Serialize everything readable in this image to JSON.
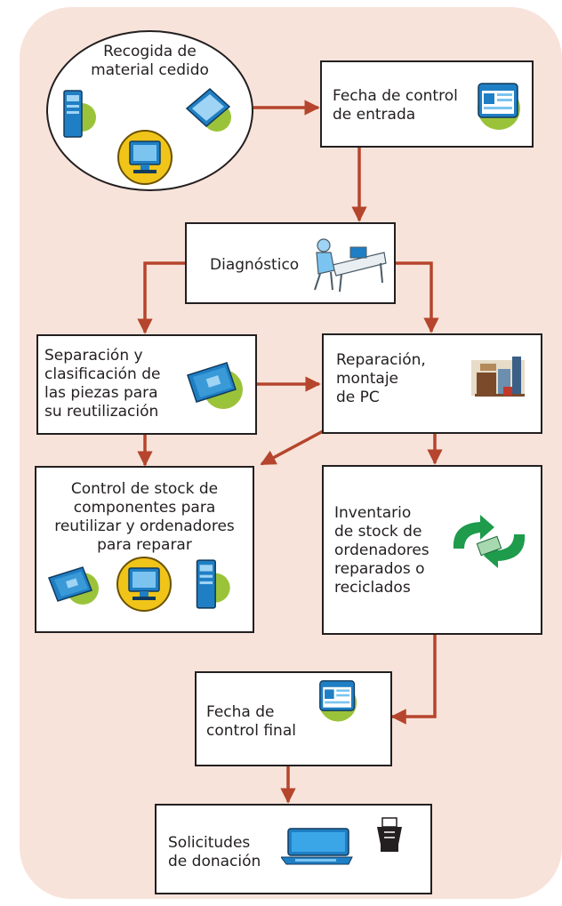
{
  "colors": {
    "background": "#f8e3da",
    "arrow": "#b5452c",
    "border": "#231f20",
    "icon_blue": "#1f7fc4",
    "icon_green": "#9bc33a",
    "icon_yellow": "#f0c419"
  },
  "nodes": {
    "recogida": {
      "label": "Recogida de\nmaterial cedido",
      "icons": [
        "server-tower-icon",
        "scanner-icon",
        "monitor-icon"
      ]
    },
    "fecha_entrada": {
      "label": "Fecha de control\nde entrada",
      "icons": [
        "window-icon"
      ]
    },
    "diagnostico": {
      "label": "Diagnóstico",
      "icons": [
        "technician-icon"
      ]
    },
    "separacion": {
      "label": "Separación y\nclasificación de\nlas piezas para\nsu reutilización",
      "icons": [
        "chip-icon"
      ]
    },
    "reparacion": {
      "label": "Reparación,\nmontaje\nde PC",
      "icons": [
        "workshop-icon"
      ]
    },
    "control_stock": {
      "label": "Control de stock de\ncomponentes para\nreutilizar y ordenadores\npara reparar",
      "icons": [
        "chip-icon",
        "monitor-icon",
        "server-tower-icon"
      ]
    },
    "inventario": {
      "label": "Inventario\nde stock de\nordenadores\nreparados o\nreciclados",
      "icons": [
        "recycle-icon"
      ]
    },
    "fecha_final": {
      "label": "Fecha de\ncontrol final",
      "icons": [
        "window-icon"
      ]
    },
    "solicitudes": {
      "label": "Solicitudes\nde donación",
      "icons": [
        "laptop-icon",
        "printer-icon"
      ]
    }
  }
}
